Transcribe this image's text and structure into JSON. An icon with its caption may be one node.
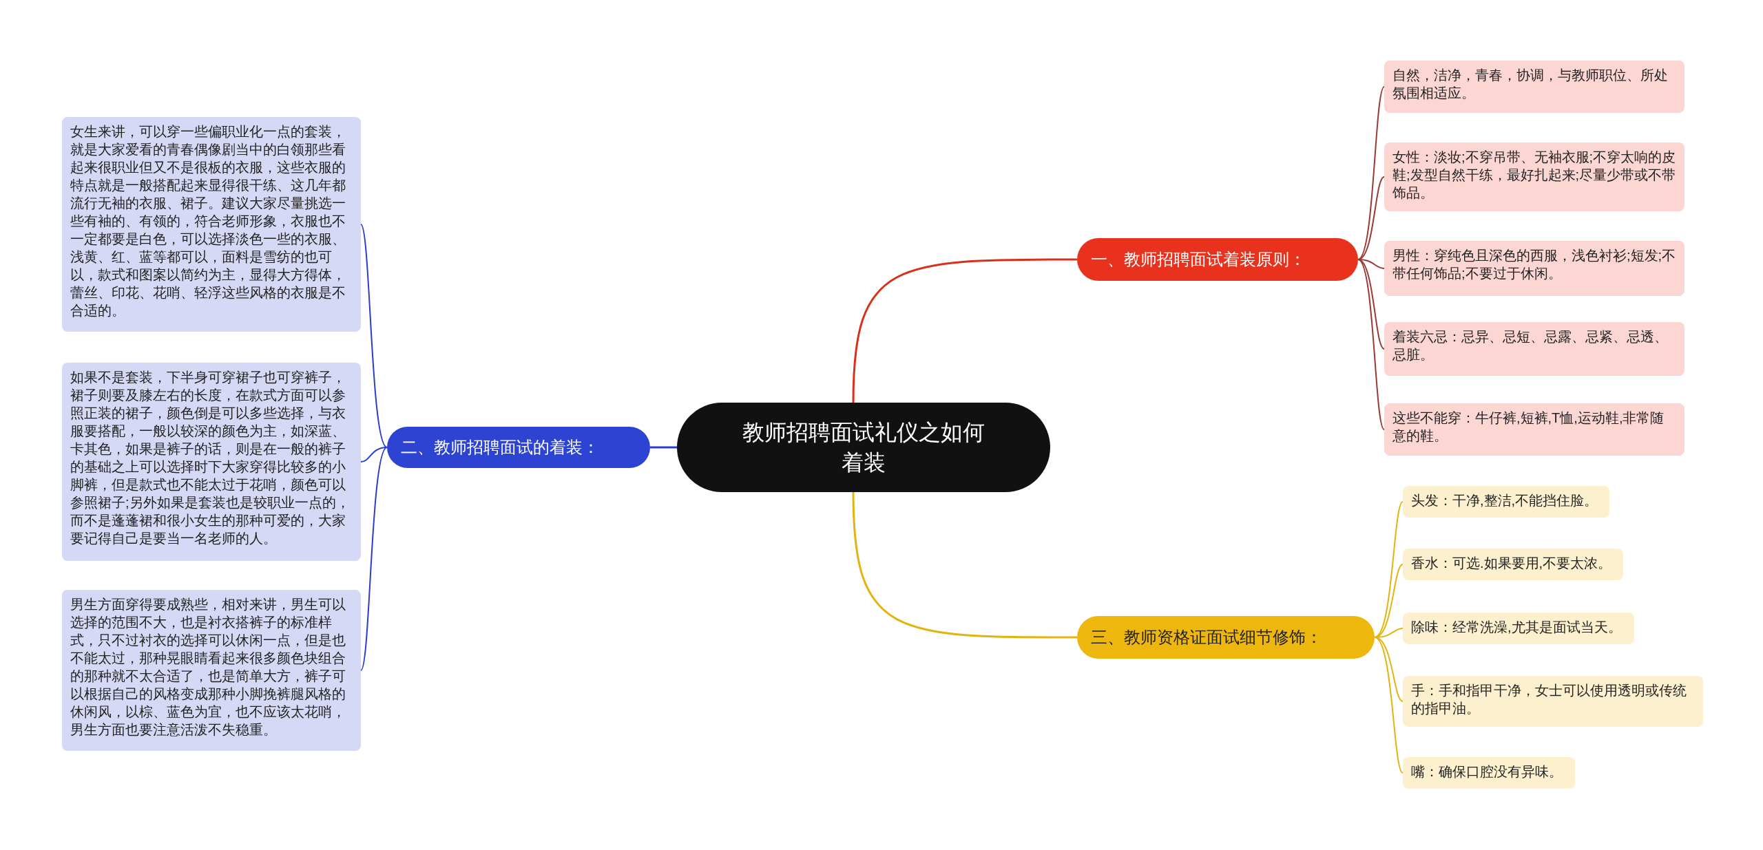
{
  "diagram": {
    "nodes": [
      {
        "text": [
          "教师招聘面试礼仪之如何着装"
        ]
      },
      {
        "text": [
          "一、教师招聘面试着装原则："
        ]
      },
      {
        "text": [
          "自然，洁净，青春，协调，与教师职位、所处氛围相适应。"
        ]
      },
      {
        "text": [
          "女性：淡妆;不穿吊带、无袖衣服;不穿太响的皮鞋;发型自然干练，最好扎起来;尽量少带或不带饰品。"
        ]
      },
      {
        "text": [
          "男性：穿纯色且深色的西服，浅色衬衫;短发;不带任何饰品;不要过于休闲。"
        ]
      },
      {
        "text": [
          "着装六忌：忌异、忌短、忌露、忌紧、忌透、忌脏。"
        ]
      },
      {
        "text": [
          "这些不能穿：牛仔裤,短裤,T恤,运动鞋,非常随意的鞋。"
        ]
      },
      {
        "text": [
          "二、教师招聘面试的着装："
        ]
      },
      {
        "text": [
          "女生来讲，可以穿一些偏职业化一点的套装，就是大家爱看的青春偶像剧当中的白领那些看起来很职业但又不是很板的衣服，这些衣服的特点就是一般搭配起来显得很干练、这几年都流行无袖的衣服、裙子。建议大家尽量挑选一些有袖的、有领的，符合老师形象，衣服也不一定都要是白色，可以选择淡色一些的衣服、浅黄、红、蓝等都可以，面料是雪纺的也可以，款式和图案以简约为主，显得大方得体，蕾丝、印花、花哨、轻浮这些风格的衣服是不合适的。"
        ]
      },
      {
        "text": [
          "如果不是套装，下半身可穿裙子也可穿裤子，裙子则要及膝左右的长度，在款式方面可以参照正装的裙子，颜色倒是可以多些选择，与衣服要搭配，一般以较深的颜色为主，如深蓝、卡其色，如果是裤子的话，则是在一般的裤子的基础之上可以选择时下大家穿得比较多的小脚裤，但是款式也不能太过于花哨，颜色可以参照裙子;另外如果是套装也是较职业一点的，而不是蓬蓬裙和很小女生的那种可爱的，大家要记得自己是要当一名老师的人。"
        ]
      },
      {
        "text": [
          "男生方面穿得要成熟些，相对来讲，男生可以选择的范围不大，也是衬衣搭裤子的标准样式，只不过衬衣的选择可以休闲一点，但是也不能太过，那种晃眼睛看起来很多颜色块组合的那种就不太合适了，也是简单大方，裤子可以根据自己的风格变成那种小脚挽裤腿风格的休闲风，以棕、蓝色为宜，也不应该太花哨，男生方面也要注意活泼不失稳重。"
        ]
      },
      {
        "text": [
          "三、教师资格证面试细节修饰："
        ]
      },
      {
        "text": [
          "头发：干净,整洁,不能挡住脸。"
        ]
      },
      {
        "text": [
          "香水：可选.如果要用,不要太浓。"
        ]
      },
      {
        "text": [
          "除味：经常洗澡,尤其是面试当天。"
        ]
      },
      {
        "text": [
          "手：手和指甲干净，女士可以使用透明或传统的指甲油。"
        ]
      },
      {
        "text": [
          "嘴：确保口腔没有异味。"
        ]
      }
    ],
    "edges": [
      {
        "from": 0,
        "to": 1,
        "arrow": "none",
        "color": "#d9301c"
      },
      {
        "from": 1,
        "to": 2,
        "arrow": "none",
        "color": "#9b3a34"
      },
      {
        "from": 1,
        "to": 3,
        "arrow": "none",
        "color": "#9b3a34"
      },
      {
        "from": 1,
        "to": 4,
        "arrow": "none",
        "color": "#9b3a34"
      },
      {
        "from": 1,
        "to": 5,
        "arrow": "none",
        "color": "#9b3a34"
      },
      {
        "from": 1,
        "to": 6,
        "arrow": "none",
        "color": "#9b3a34"
      },
      {
        "from": 0,
        "to": 7,
        "arrow": "none",
        "color": "#2a3fc9"
      },
      {
        "from": 7,
        "to": 8,
        "arrow": "none",
        "color": "#2a3fc9"
      },
      {
        "from": 7,
        "to": 9,
        "arrow": "none",
        "color": "#2a3fc9"
      },
      {
        "from": 7,
        "to": 10,
        "arrow": "none",
        "color": "#2a3fc9"
      },
      {
        "from": 0,
        "to": 11,
        "arrow": "none",
        "color": "#e3b30e"
      },
      {
        "from": 11,
        "to": 12,
        "arrow": "none",
        "color": "#e3b30e"
      },
      {
        "from": 11,
        "to": 13,
        "arrow": "none",
        "color": "#e3b30e"
      },
      {
        "from": 11,
        "to": 14,
        "arrow": "none",
        "color": "#e3b30e"
      },
      {
        "from": 11,
        "to": 15,
        "arrow": "none",
        "color": "#e3b30e"
      },
      {
        "from": 11,
        "to": 16,
        "arrow": "none",
        "color": "#e3b30e"
      }
    ]
  }
}
